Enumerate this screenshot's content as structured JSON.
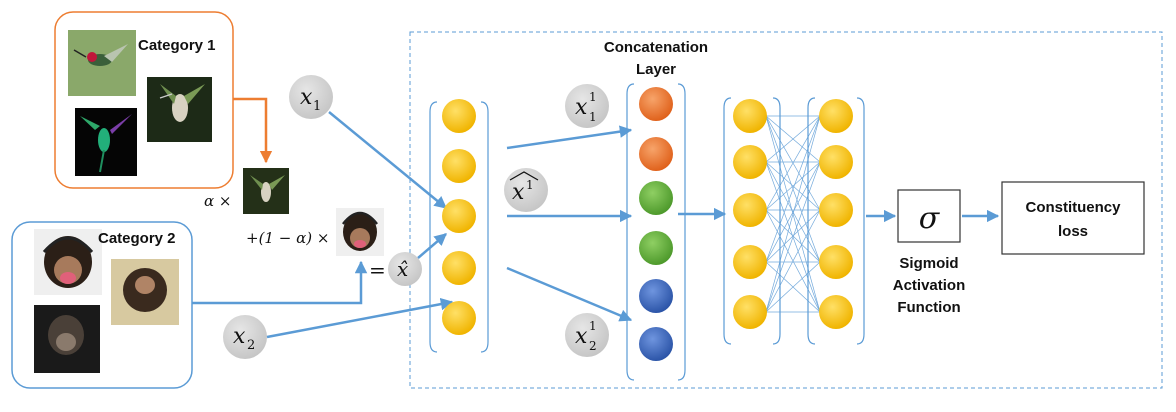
{
  "categories": {
    "cat1": {
      "label": "Category 1",
      "contents": "hummingbird photos"
    },
    "cat2": {
      "label": "Category 2",
      "contents": "chimpanzee photos"
    }
  },
  "inputs": {
    "x1": {
      "base": "x",
      "sub": "1"
    },
    "x2": {
      "base": "x",
      "sub": "2"
    },
    "xhat": "x̂"
  },
  "mixing": {
    "alpha_prefix": "α ×",
    "one_minus_alpha": "+(1 − α) ×",
    "equals": "="
  },
  "concat": {
    "title_line1": "Concatenation",
    "title_line2": "Layer",
    "x11": {
      "base": "x",
      "sub": "1",
      "sup": "1"
    },
    "x21": {
      "base": "x",
      "sub": "2",
      "sup": "1"
    },
    "xhat1": {
      "base": "x",
      "sup": "1"
    }
  },
  "sigmoid": {
    "symbol": "σ",
    "label_line1": "Sigmoid",
    "label_line2": "Activation",
    "label_line3": "Function"
  },
  "loss": {
    "line1": "Constituency",
    "line2": "loss"
  },
  "colors": {
    "arrow": "#5b9bd5",
    "orange_arrow": "#ed7d31",
    "yellow": "#ffc000",
    "orange": "#ed7d31",
    "green": "#70ad47",
    "blue": "#4472c4",
    "bubble": "#d0d0d0"
  }
}
